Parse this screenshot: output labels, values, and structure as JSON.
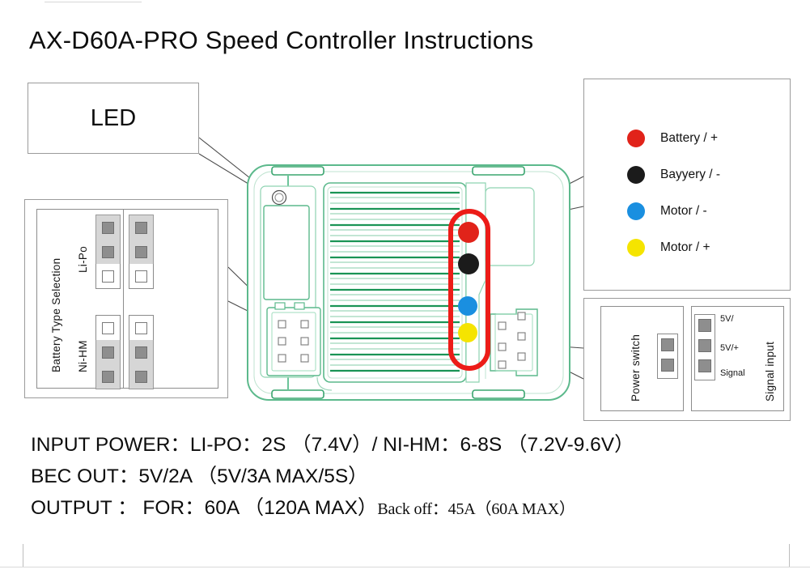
{
  "page": {
    "title": "AX-D60A-PRO Speed Controller Instructions"
  },
  "callouts": {
    "led": {
      "label": "LED"
    },
    "legend": {
      "items": [
        {
          "label": "Battery / +",
          "color": "#e1231a"
        },
        {
          "label": "Bayyery / -",
          "color": "#1b1b1b"
        },
        {
          "label": "Motor / -",
          "color": "#1a8fe0"
        },
        {
          "label": "Motor / +",
          "color": "#f5e400"
        }
      ]
    },
    "battery_selection": {
      "title": "Battery Type Selection",
      "options": [
        {
          "label": "Li-Po"
        },
        {
          "label": "Ni-HM"
        }
      ]
    },
    "power_switch": {
      "label": "Power switch"
    },
    "signal_input": {
      "label": "Signal input",
      "pins": [
        {
          "label": "5V/"
        },
        {
          "label": "5V/+"
        },
        {
          "label": "Signal"
        }
      ]
    }
  },
  "device": {
    "dots": [
      {
        "name": "battery-positive",
        "color": "#e1231a"
      },
      {
        "name": "battery-negative",
        "color": "#1b1b1b"
      },
      {
        "name": "motor-negative",
        "color": "#1a8fe0"
      },
      {
        "name": "motor-positive",
        "color": "#f5e400"
      }
    ],
    "highlight_color": "#ec1c18",
    "body_color": "#1a9455"
  },
  "specs": {
    "line1": "INPUT POWER：LI-PO：2S （7.4V）/ NI-HM：6-8S （7.2V-9.6V）",
    "line2": "BEC OUT：5V/2A （5V/3A MAX/5S）",
    "line3_main": "OUTPUT ： FOR：60A （120A MAX）",
    "line3_small": "Back off：45A（60A MAX）"
  }
}
